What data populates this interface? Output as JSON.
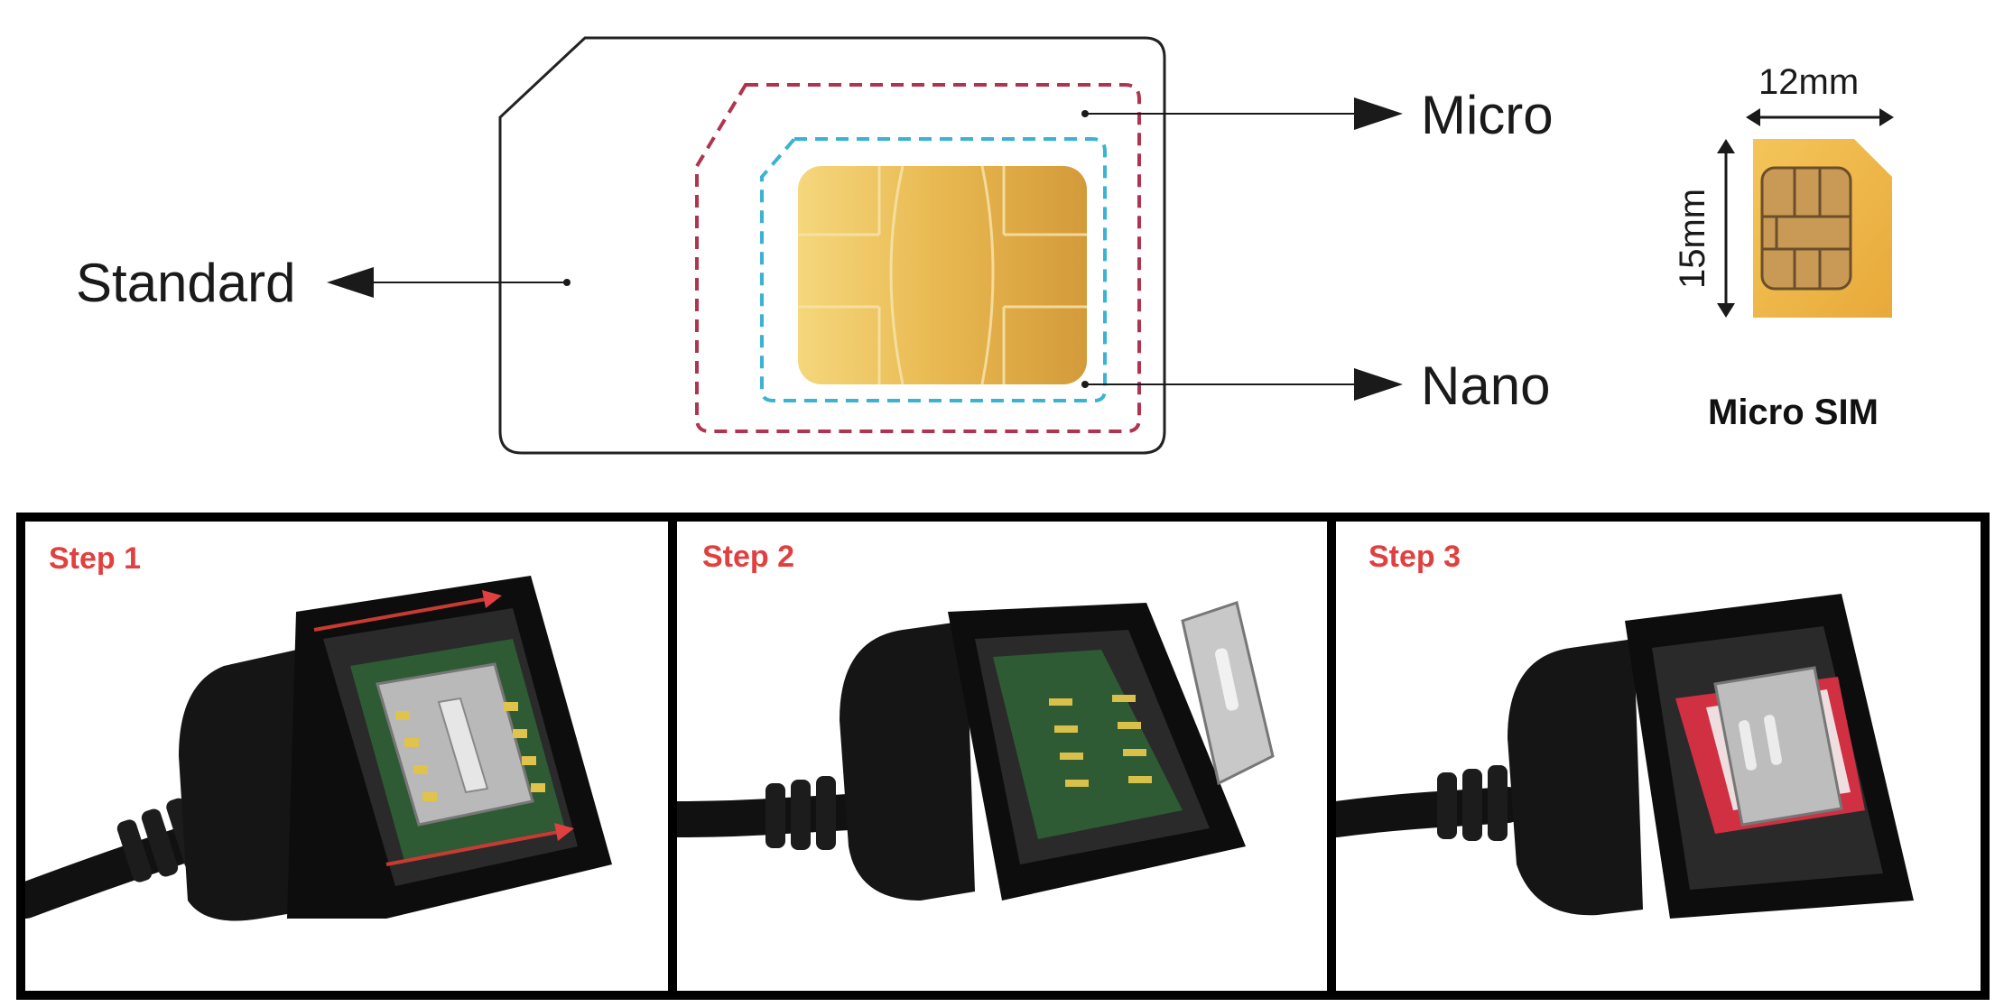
{
  "diagram": {
    "labels": {
      "standard": "Standard",
      "micro": "Micro",
      "nano": "Nano"
    },
    "inset": {
      "width_label": "12mm",
      "height_label": "15mm",
      "caption": "Micro SIM"
    }
  },
  "steps": [
    {
      "label": "Step 1"
    },
    {
      "label": "Step 2"
    },
    {
      "label": "Step 3"
    }
  ],
  "colors": {
    "micro_outline": "#b0344f",
    "nano_outline": "#3ab3d3",
    "chip_gold": "#e6b54c",
    "step_label": "#e0403f",
    "border": "#000000"
  }
}
